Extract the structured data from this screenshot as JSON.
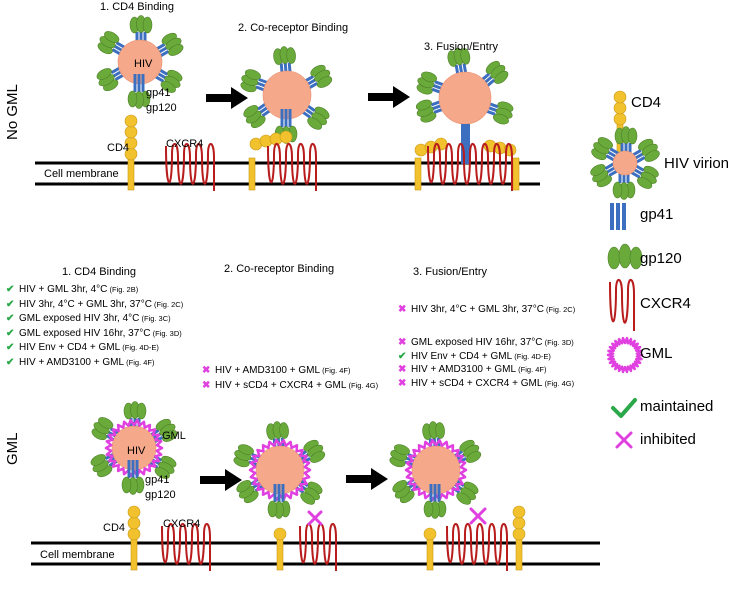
{
  "top": {
    "side_label": "No GML",
    "step1": "1. CD4 Binding",
    "step2": "2. Co-receptor Binding",
    "step3": "3. Fusion/Entry",
    "virion_label": "HIV",
    "gp41_label": "gp41",
    "gp120_label": "gp120",
    "cd4_label": "CD4",
    "cxcr4_label": "CXCR4",
    "membrane_label": "Cell membrane"
  },
  "bottom": {
    "side_label": "GML",
    "step1": "1. CD4 Binding",
    "step2": "2. Co-receptor Binding",
    "step3": "3. Fusion/Entry",
    "virion_label": "HIV",
    "gml_label": "GML",
    "gp41_label": "gp41",
    "gp120_label": "gp120",
    "cd4_label": "CD4",
    "cxcr4_label": "CXCR4",
    "membrane_label": "Cell membrane",
    "step1_conditions": [
      {
        "status": "maintained",
        "text": "HIV + GML 3hr, 4°C",
        "fig": "(Fig. 2B)"
      },
      {
        "status": "maintained",
        "text": "HIV 3hr, 4°C + GML 3hr, 37°C",
        "fig": "(Fig. 2C)"
      },
      {
        "status": "maintained",
        "text": "GML exposed HIV 3hr, 4°C",
        "fig": "(Fig. 3C)"
      },
      {
        "status": "maintained",
        "text": "GML exposed HIV 16hr, 37°C",
        "fig": "(Fig. 3D)"
      },
      {
        "status": "maintained",
        "text": "HIV Env + CD4 + GML",
        "fig": "(Fig. 4D-E)"
      },
      {
        "status": "maintained",
        "text": "HIV + AMD3100 + GML",
        "fig": "(Fig. 4F)"
      }
    ],
    "step2_conditions": [
      {
        "status": "inhibited",
        "text": "HIV + AMD3100 + GML",
        "fig": "(Fig. 4F)"
      },
      {
        "status": "inhibited",
        "text": "HIV + sCD4 + CXCR4 + GML",
        "fig": "(Fig. 4G)"
      }
    ],
    "step3_conditions_a": [
      {
        "status": "inhibited",
        "text": "HIV 3hr, 4°C + GML 3hr, 37°C",
        "fig": "(Fig. 2C)"
      }
    ],
    "step3_conditions_b": [
      {
        "status": "inhibited",
        "text": "GML exposed HIV 16hr, 37°C",
        "fig": "(Fig. 3D)"
      },
      {
        "status": "maintained",
        "text": "HIV Env + CD4 + GML",
        "fig": "(Fig. 4D-E)"
      },
      {
        "status": "inhibited",
        "text": "HIV + AMD3100 + GML",
        "fig": "(Fig. 4F)"
      },
      {
        "status": "inhibited",
        "text": "HIV + sCD4 + CXCR4 + GML",
        "fig": "(Fig. 4G)"
      }
    ]
  },
  "legend": {
    "cd4": "CD4",
    "virion": "HIV virion",
    "gp41": "gp41",
    "gp120": "gp120",
    "cxcr4": "CXCR4",
    "gml": "GML",
    "maintained": "maintained",
    "inhibited": "inhibited"
  },
  "colors": {
    "virion": "#f5a98a",
    "gml_ring": "#e040e0",
    "gp41": "#3d6fc0",
    "gp120": "#6aaa3a",
    "cd4": "#f2c12e",
    "cxcr4": "#b81c1c",
    "check": "#2ba84a",
    "cross": "#e040e0"
  }
}
